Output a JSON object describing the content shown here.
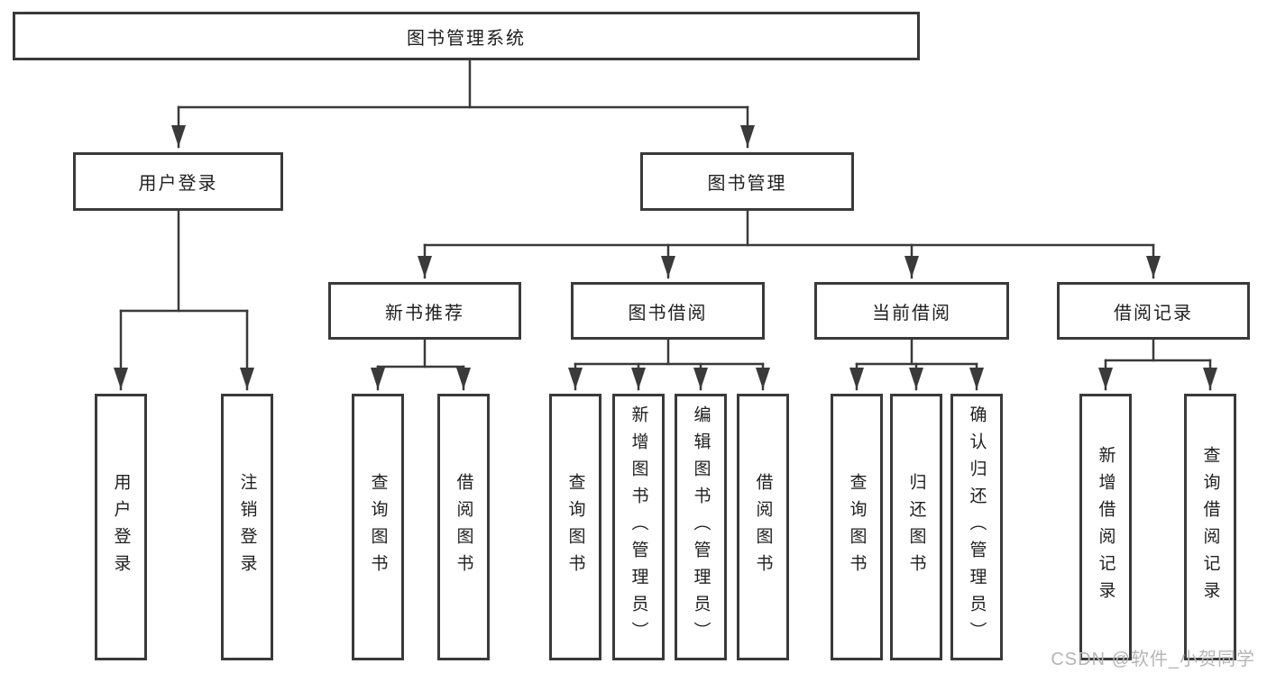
{
  "diagram": {
    "tree": {
      "label": "图书管理系统",
      "children": [
        {
          "label": "用户登录",
          "children": [
            {
              "label": "用户登录"
            },
            {
              "label": "注销登录"
            }
          ]
        },
        {
          "label": "图书管理",
          "children": [
            {
              "label": "新书推荐",
              "children": [
                {
                  "label": "查询图书"
                },
                {
                  "label": "借阅图书"
                }
              ]
            },
            {
              "label": "图书借阅",
              "children": [
                {
                  "label": "查询图书"
                },
                {
                  "label": "新增图书（管理员）"
                },
                {
                  "label": "编辑图书（管理员）"
                },
                {
                  "label": "借阅图书"
                }
              ]
            },
            {
              "label": "当前借阅",
              "children": [
                {
                  "label": "查询图书"
                },
                {
                  "label": "归还图书"
                },
                {
                  "label": "确认归还（管理员）"
                }
              ]
            },
            {
              "label": "借阅记录",
              "children": [
                {
                  "label": "新增借阅记录"
                },
                {
                  "label": "查询借阅记录"
                }
              ]
            }
          ]
        }
      ]
    },
    "watermark": "CSDN @软件_小贺同学",
    "colors": {
      "line": "#3a3a3a",
      "box_border": "#3a3a3a",
      "text": "#1f1f1f",
      "background": "#ffffff",
      "watermark": "#b5b5b5"
    }
  }
}
